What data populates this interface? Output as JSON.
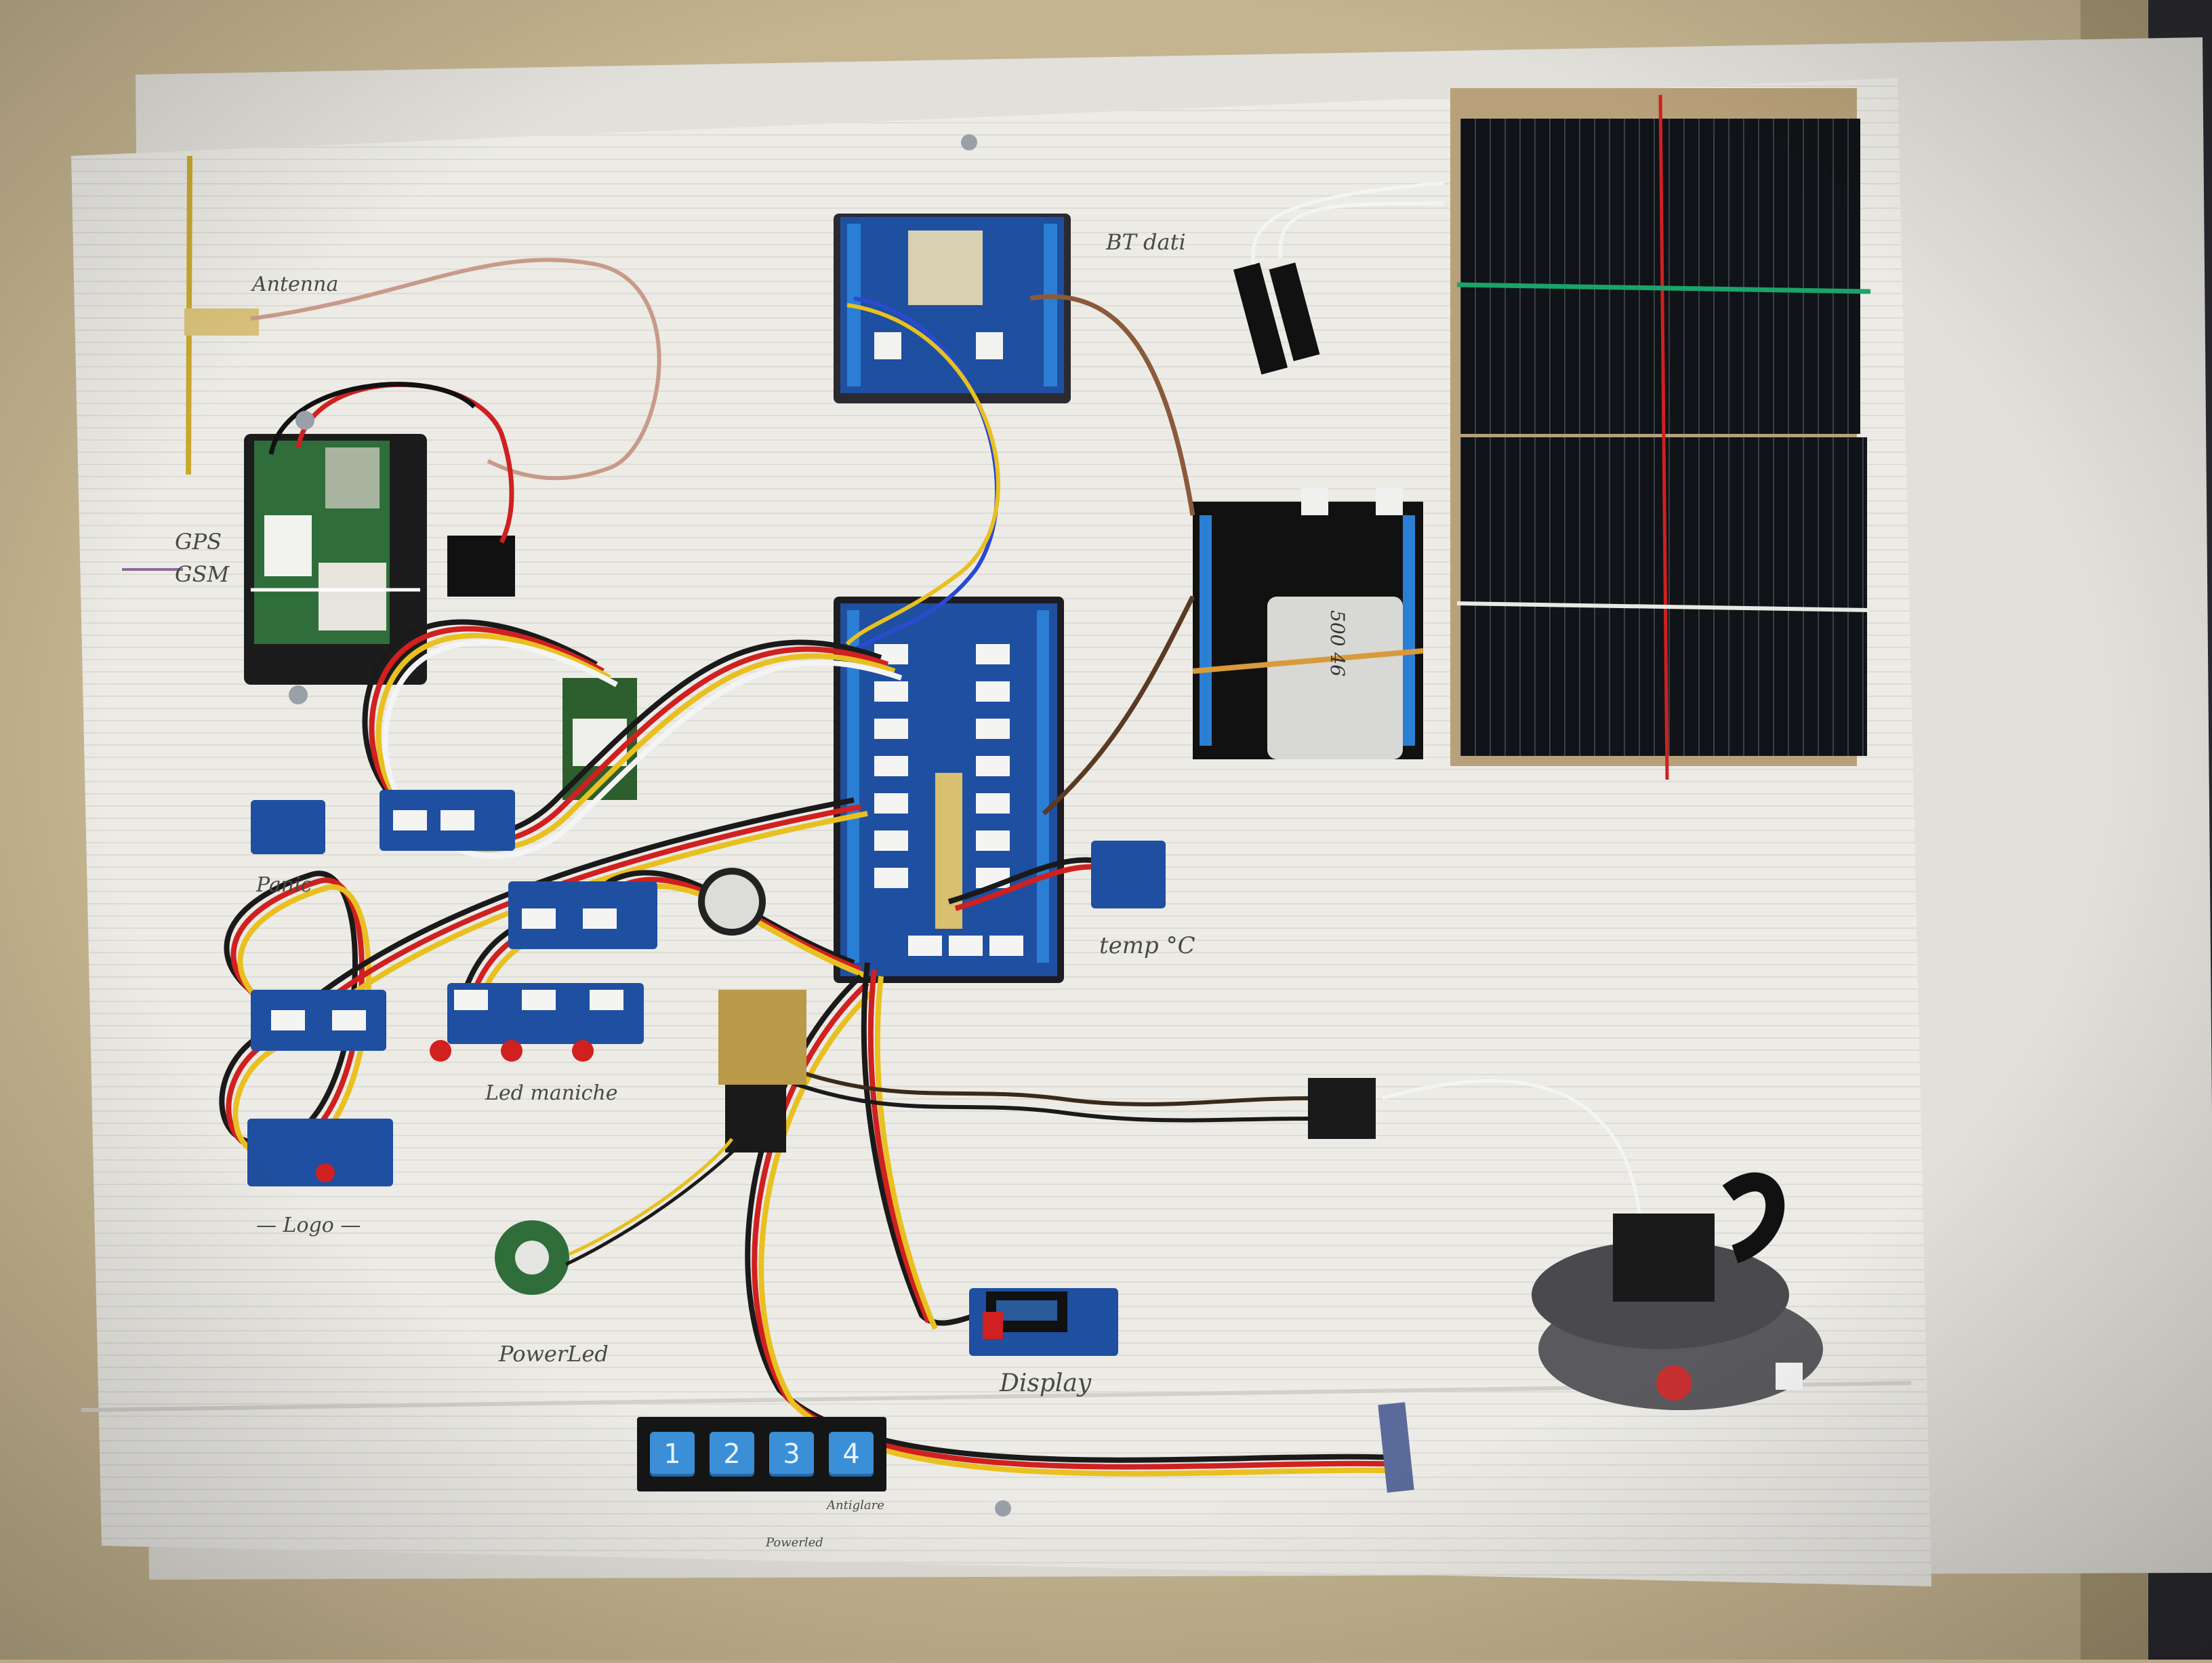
{
  "labels": {
    "antenna": "Antenna",
    "gps": "GPS",
    "gsm": "GSM",
    "bt": "BT dati",
    "panic": "Panic",
    "temp": "temp °C",
    "leds": "Led maniche",
    "logo": "— Logo —",
    "powerled": "PowerLed",
    "display": "Display",
    "powerled_small": "Powerled",
    "antiglare": "Antiglare",
    "battery": "500 46"
  },
  "keypad": {
    "keys": [
      "1",
      "2",
      "3",
      "4"
    ]
  },
  "colors": {
    "table": "#b8a886",
    "board": "#ecebe6",
    "pcb_blue": "#1f4fa0",
    "solar": "#121418",
    "wire_red": "#d02020",
    "wire_yellow": "#e8c020",
    "wire_black": "#1a1a1a",
    "wire_white": "#f4f4f4",
    "key_blue": "#3a8fd6"
  }
}
